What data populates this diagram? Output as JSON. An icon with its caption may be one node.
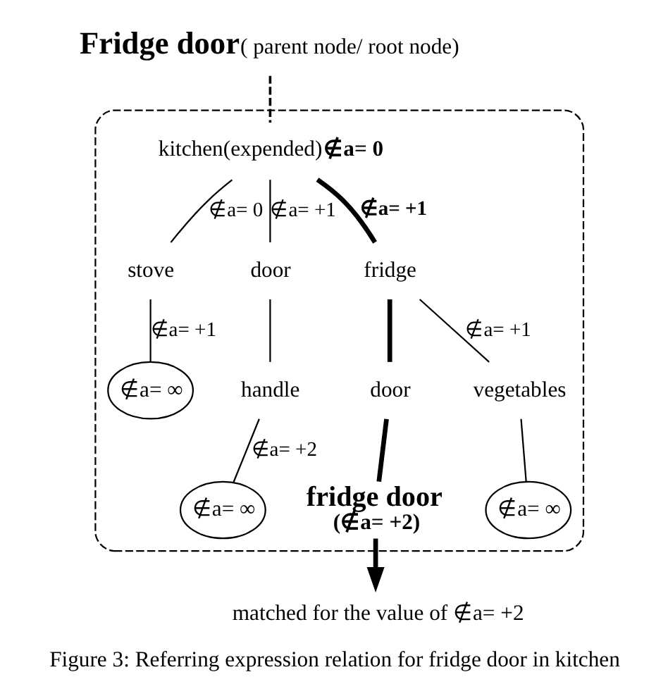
{
  "diagram": {
    "caption": "Figure 3: Referring expression relation for fridge door in kitchen",
    "nodes": [
      {
        "text": [
          "Fridge door",
          "( parent node/ root node)"
        ]
      },
      {
        "text": [],
        "shape": "cloud"
      },
      {
        "text": [
          "kitchen(expended)"
        ],
        "beside": [
          "∉a= 0"
        ],
        "in": 1
      },
      {
        "text": [
          "stove"
        ],
        "in": 1
      },
      {
        "text": [
          "door"
        ],
        "in": 1
      },
      {
        "text": [
          "fridge"
        ],
        "in": 1
      },
      {
        "text": [
          "∉a= ∞"
        ],
        "in": 1
      },
      {
        "text": [
          "handle"
        ],
        "in": 1
      },
      {
        "text": [
          "∉a= ∞"
        ],
        "in": 1
      },
      {
        "text": [
          "door"
        ],
        "in": 1
      },
      {
        "text": [
          "vegetables"
        ],
        "in": 1
      },
      {
        "text": [
          "∉a= ∞"
        ],
        "in": 1
      },
      {
        "text": [
          "fridge door",
          "(∉a= +2)"
        ],
        "in": 1
      },
      {
        "text": [
          "matched for the value of ∉a= +2"
        ]
      }
    ],
    "edges": [
      {
        "from": 0,
        "to": 2,
        "arrow": "none",
        "style": "dashed"
      },
      {
        "from": 2,
        "to": 3,
        "arrow": "none",
        "label": "∉a= 0"
      },
      {
        "from": 2,
        "to": 4,
        "arrow": "none",
        "label": "∉a= +1"
      },
      {
        "from": 2,
        "to": 5,
        "arrow": "none",
        "label": "∉a= +1",
        "style": "thick"
      },
      {
        "from": 3,
        "to": 6,
        "arrow": "none",
        "label": "∉a= +1"
      },
      {
        "from": 4,
        "to": 7,
        "arrow": "none"
      },
      {
        "from": 7,
        "to": 8,
        "arrow": "none",
        "label": "∉a= +2"
      },
      {
        "from": 5,
        "to": 9,
        "arrow": "none",
        "style": "thick"
      },
      {
        "from": 5,
        "to": 10,
        "arrow": "none",
        "label": "∉a= +1"
      },
      {
        "from": 10,
        "to": 11,
        "arrow": "none"
      },
      {
        "from": 9,
        "to": 12,
        "arrow": "none",
        "style": "thick"
      },
      {
        "from": 12,
        "to": 13,
        "arrow": "to",
        "style": "thick"
      }
    ]
  }
}
